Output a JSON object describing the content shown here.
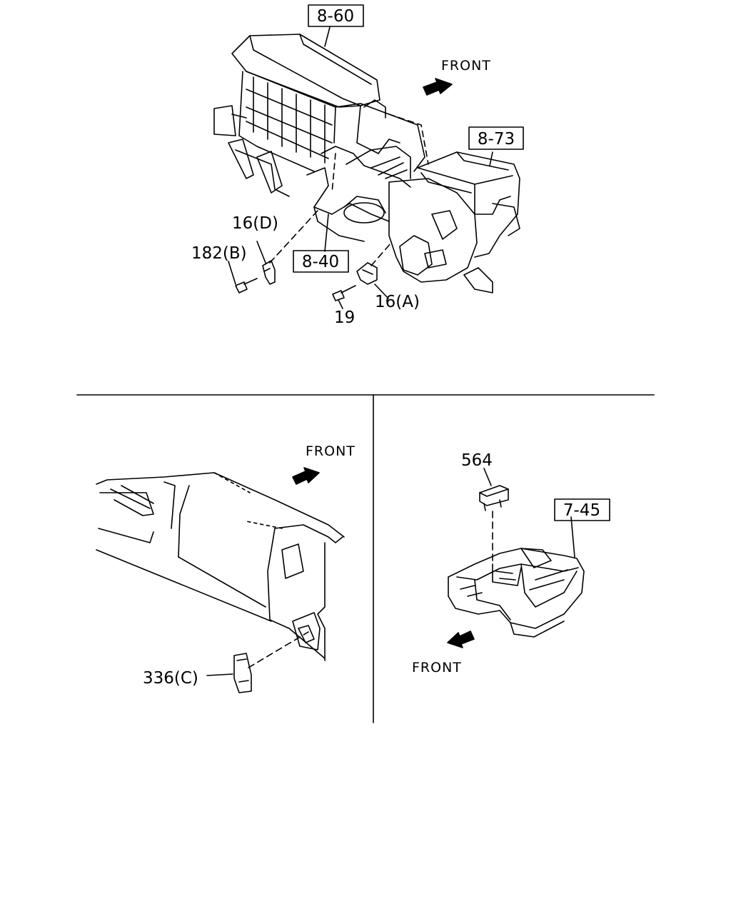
{
  "references": {
    "ref_8_60": "8-60",
    "ref_8_73": "8-73",
    "ref_8_40": "8-40",
    "ref_7_45": "7-45"
  },
  "callouts": {
    "p16d": "16(D)",
    "p182b": "182(B)",
    "p19": "19",
    "p16a": "16(A)",
    "p336c": "336(C)",
    "p564": "564"
  },
  "direction": {
    "front_top": "FRONT",
    "front_left_panel": "FRONT",
    "front_right_panel": "FRONT"
  },
  "colors": {
    "line": "#000000",
    "background": "#ffffff"
  }
}
